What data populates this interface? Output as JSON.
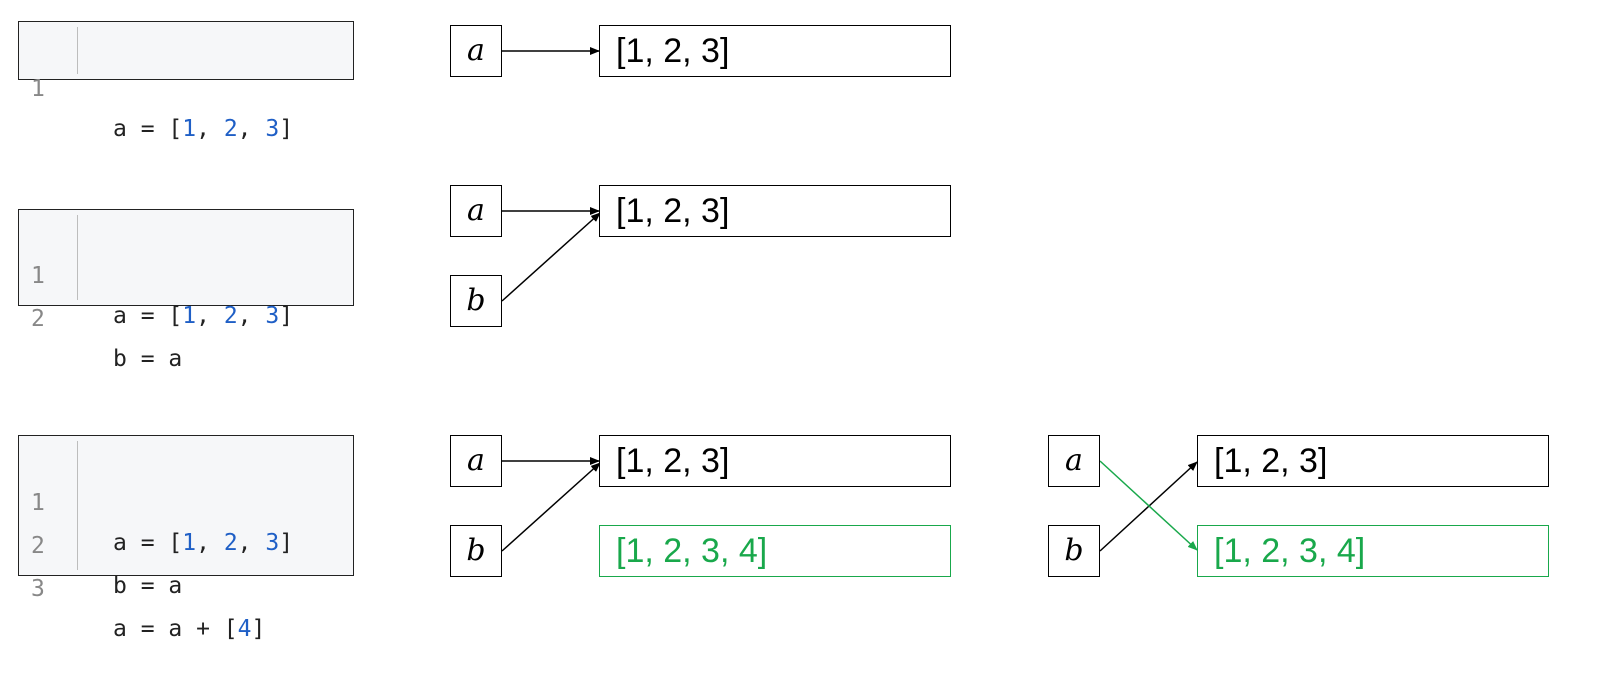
{
  "colors": {
    "number": "#1f5fc6",
    "new_object": "#19a84b",
    "line_number": "#888888"
  },
  "blocks": [
    {
      "lines": [
        {
          "no": "1",
          "tokens": [
            {
              "t": "a = ["
            },
            {
              "t": "1",
              "n": true
            },
            {
              "t": ", "
            },
            {
              "t": "2",
              "n": true
            },
            {
              "t": ", "
            },
            {
              "t": "3",
              "n": true
            },
            {
              "t": "]"
            }
          ]
        }
      ]
    },
    {
      "lines": [
        {
          "no": "1",
          "tokens": [
            {
              "t": "a = ["
            },
            {
              "t": "1",
              "n": true
            },
            {
              "t": ", "
            },
            {
              "t": "2",
              "n": true
            },
            {
              "t": ", "
            },
            {
              "t": "3",
              "n": true
            },
            {
              "t": "]"
            }
          ]
        },
        {
          "no": "2",
          "tokens": [
            {
              "t": "b = a"
            }
          ]
        }
      ]
    },
    {
      "lines": [
        {
          "no": "1",
          "tokens": [
            {
              "t": "a = ["
            },
            {
              "t": "1",
              "n": true
            },
            {
              "t": ", "
            },
            {
              "t": "2",
              "n": true
            },
            {
              "t": ", "
            },
            {
              "t": "3",
              "n": true
            },
            {
              "t": "]"
            }
          ]
        },
        {
          "no": "2",
          "tokens": [
            {
              "t": "b = a"
            }
          ]
        },
        {
          "no": "3",
          "tokens": [
            {
              "t": "a = a + ["
            },
            {
              "t": "4",
              "n": true
            },
            {
              "t": "]"
            }
          ]
        }
      ]
    }
  ],
  "diagram": {
    "var_a": "a",
    "var_b": "b",
    "list_123": "[1, 2, 3]",
    "list_1234": "[1, 2, 3, 4]"
  }
}
